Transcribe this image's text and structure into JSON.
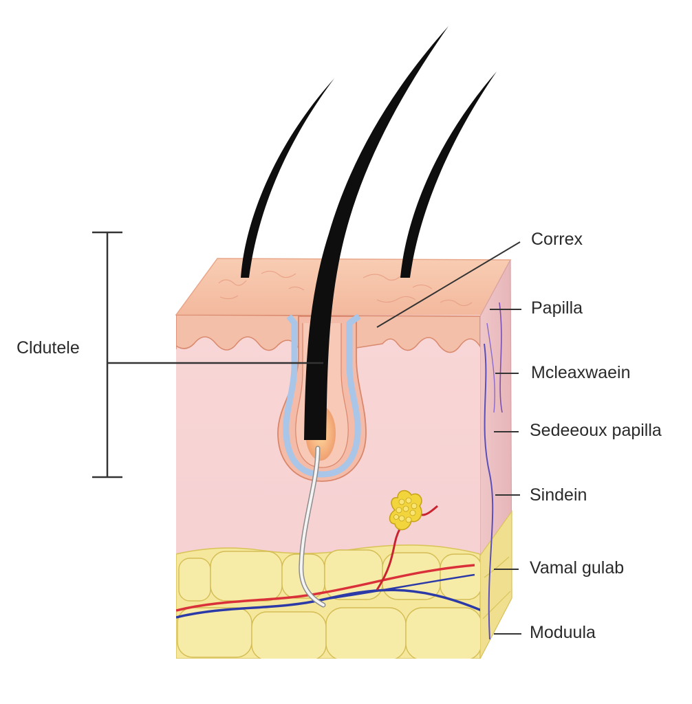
{
  "labels": {
    "left": "Cldutele",
    "right": [
      "Correx",
      "Papilla",
      "Mcleaxwaein",
      "Sedeeoux papilla",
      "Sindein",
      "Vamal gulab",
      "Moduula"
    ]
  },
  "colors": {
    "epidermis_top": "#f6c3a8",
    "dermis": "#f7d2d2",
    "side_face": "#ecc2c4",
    "fat": "#f5e79b",
    "fat_outline": "#d9c45a",
    "hair": "#111111",
    "follicle_inner": "#a9c6e8",
    "artery": "#d9303a",
    "vein": "#2c3aa8",
    "gland": "#f2d53c",
    "leader_line": "#333333"
  },
  "icons": [
    "hair-strand-icon",
    "hair-follicle-icon",
    "sebaceous-gland-icon",
    "blood-vessel-icon",
    "fat-cell-icon"
  ]
}
